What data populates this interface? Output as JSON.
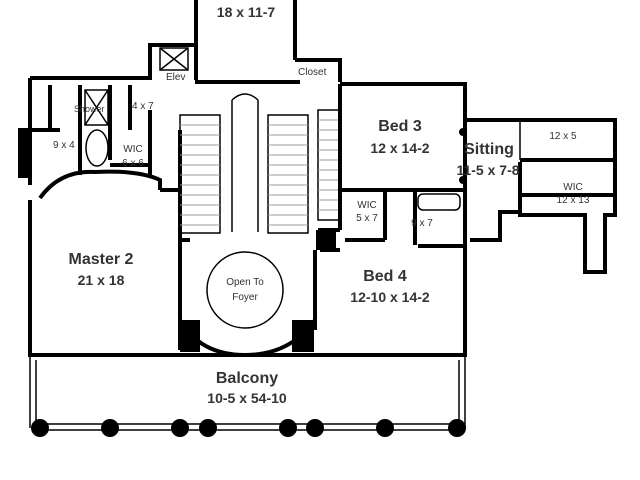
{
  "rooms": {
    "top_room": {
      "size": "18 x 11-7"
    },
    "elev": {
      "name": "Elev"
    },
    "closet": {
      "name": "Closet"
    },
    "shower": {
      "name": "Shower"
    },
    "bath_4x7": {
      "size": "4 x 7"
    },
    "bath_9x4": {
      "size": "9 x 4"
    },
    "wic_master": {
      "name": "WIC",
      "size": "6 x 6"
    },
    "master2": {
      "name": "Master 2",
      "size": "21 x 18"
    },
    "open_to_foyer": {
      "line1": "Open To",
      "line2": "Foyer"
    },
    "bed3": {
      "name": "Bed 3",
      "size": "12 x 14-2"
    },
    "sitting": {
      "name": "Sitting",
      "size": "11-5 x 7-8"
    },
    "bath_12x5": {
      "size": "12 x 5"
    },
    "wic_right": {
      "name": "WIC",
      "size": "12 x 13"
    },
    "wic_bed4": {
      "name": "WIC",
      "size": "5 x 7"
    },
    "bath_9x7": {
      "size": "9 x 7"
    },
    "bed4": {
      "name": "Bed 4",
      "size": "12-10 x 14-2"
    },
    "balcony": {
      "name": "Balcony",
      "size": "10-5 x 54-10"
    }
  }
}
